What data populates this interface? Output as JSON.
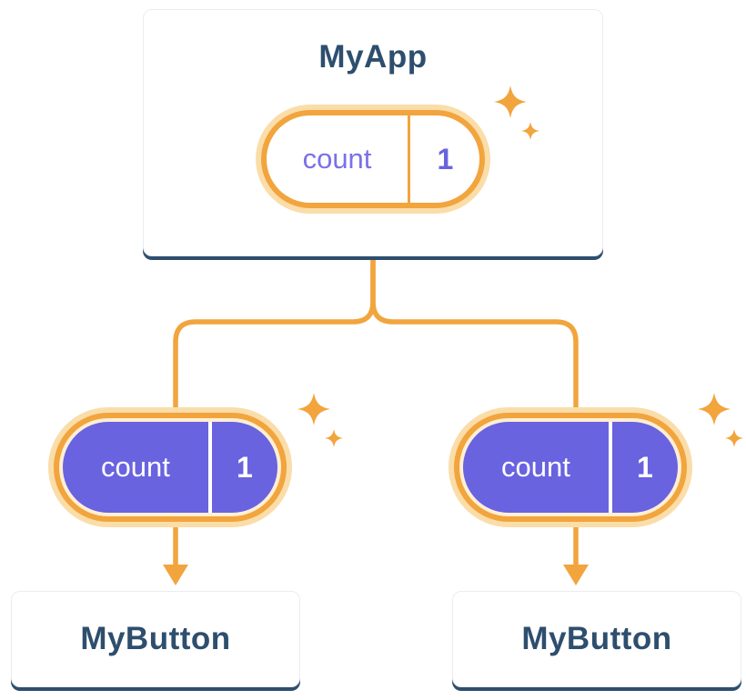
{
  "colors": {
    "orange": "#F2A43D",
    "orange_pale": "#FADDA9",
    "cream": "#FFEFD4",
    "purple": "#6963E0",
    "purple_text": "#7A71E8",
    "navy": "#2E4E6E",
    "card_border": "#E9EDF3"
  },
  "icons": {
    "sparkle": "✦"
  },
  "root_card": {
    "title": "MyApp",
    "pill": {
      "label": "count",
      "value": "1"
    }
  },
  "left_pill": {
    "label": "count",
    "value": "1"
  },
  "right_pill": {
    "label": "count",
    "value": "1"
  },
  "left_card": {
    "title": "MyButton"
  },
  "right_card": {
    "title": "MyButton"
  }
}
